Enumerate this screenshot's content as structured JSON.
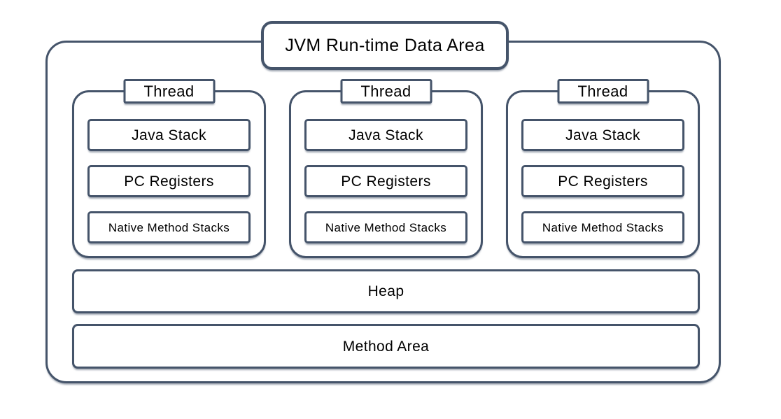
{
  "title": "JVM Run-time Data Area",
  "threads": [
    {
      "label": "Thread",
      "boxes": [
        "Java Stack",
        "PC Registers",
        "Native Method Stacks"
      ]
    },
    {
      "label": "Thread",
      "boxes": [
        "Java Stack",
        "PC Registers",
        "Native Method Stacks"
      ]
    },
    {
      "label": "Thread",
      "boxes": [
        "Java Stack",
        "PC Registers",
        "Native Method Stacks"
      ]
    }
  ],
  "memory_areas": [
    {
      "label": "Heap"
    },
    {
      "label": "Method Area"
    }
  ],
  "colors": {
    "line": "#45546A",
    "background": "#FFFFFF",
    "text": "#000000"
  }
}
